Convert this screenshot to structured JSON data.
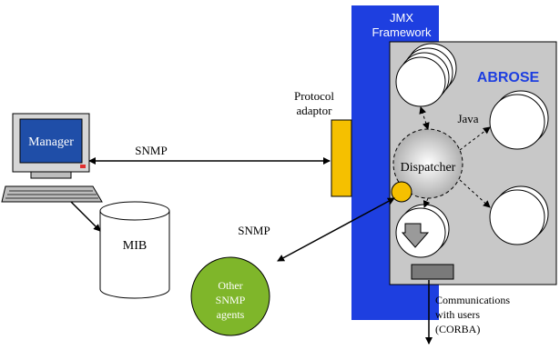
{
  "framework": {
    "title_line1": "JMX",
    "title_line2": "Framework",
    "color": "#1e3fe0"
  },
  "abrose": {
    "label": "ABROSE",
    "label_color": "#1e3fe0",
    "panel_color": "#c8c8c8"
  },
  "manager": {
    "label": "Manager",
    "screen_color": "#1f4ea8"
  },
  "mib": {
    "label": "MIB"
  },
  "protocol_adaptor": {
    "label_line1": "Protocol",
    "label_line2": "adaptor",
    "color": "#f5c000"
  },
  "links": {
    "snmp_manager": "SNMP",
    "snmp_agents": "SNMP"
  },
  "dispatcher": {
    "label": "Dispatcher"
  },
  "java": {
    "label": "Java"
  },
  "agents": {
    "label_line1": "Other",
    "label_line2": "SNMP",
    "label_line3": "agents",
    "color": "#7fb62a"
  },
  "communications": {
    "line1": "Communications",
    "line2": "with users",
    "line3": "(CORBA)"
  }
}
